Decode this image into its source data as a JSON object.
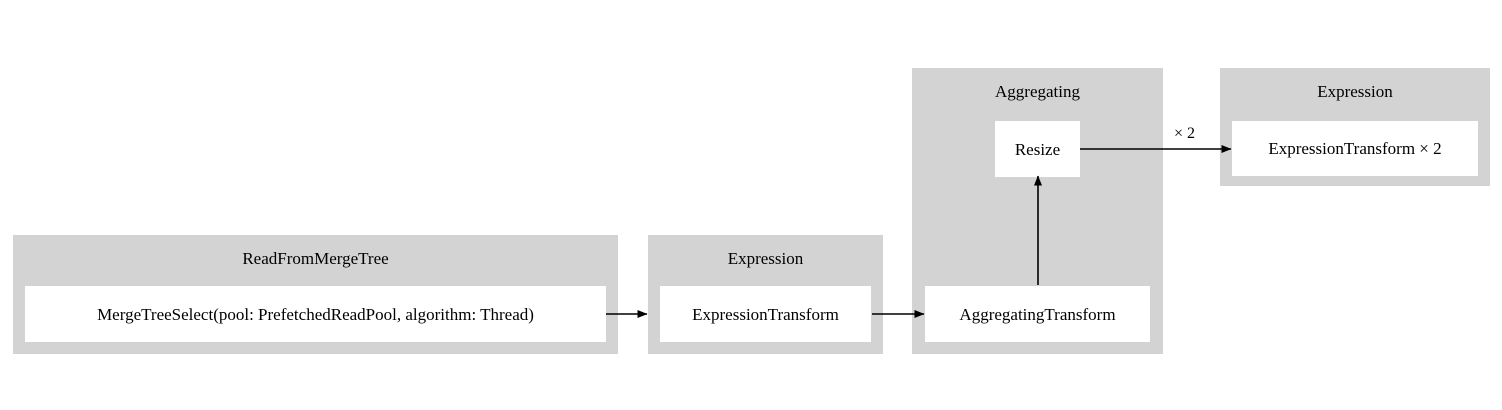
{
  "diagram": {
    "type": "pipeline-graph",
    "background_color": "#ffffff",
    "cluster_color": "#d3d3d3",
    "node_color": "#ffffff",
    "edge_color": "#000000",
    "clusters": [
      {
        "id": "read-from-merge-tree",
        "label": "ReadFromMergeTree",
        "nodes": [
          {
            "id": "merge-tree-select",
            "label": "MergeTreeSelect(pool: PrefetchedReadPool, algorithm: Thread)"
          }
        ]
      },
      {
        "id": "expression-left",
        "label": "Expression",
        "nodes": [
          {
            "id": "expression-transform",
            "label": "ExpressionTransform"
          }
        ]
      },
      {
        "id": "aggregating",
        "label": "Aggregating",
        "nodes": [
          {
            "id": "resize",
            "label": "Resize"
          },
          {
            "id": "aggregating-transform",
            "label": "AggregatingTransform"
          }
        ]
      },
      {
        "id": "expression-right",
        "label": "Expression",
        "nodes": [
          {
            "id": "expression-transform-x2",
            "label": "ExpressionTransform × 2"
          }
        ]
      }
    ],
    "edges": [
      {
        "id": "merge-tree-select-to-expression-transform",
        "from": "merge-tree-select",
        "to": "expression-transform",
        "label": ""
      },
      {
        "id": "expression-transform-to-aggregating-transform",
        "from": "expression-transform",
        "to": "aggregating-transform",
        "label": ""
      },
      {
        "id": "aggregating-transform-to-resize",
        "from": "aggregating-transform",
        "to": "resize",
        "label": ""
      },
      {
        "id": "resize-to-expression-transform-x2",
        "from": "resize",
        "to": "expression-transform-x2",
        "label": "× 2"
      }
    ]
  }
}
